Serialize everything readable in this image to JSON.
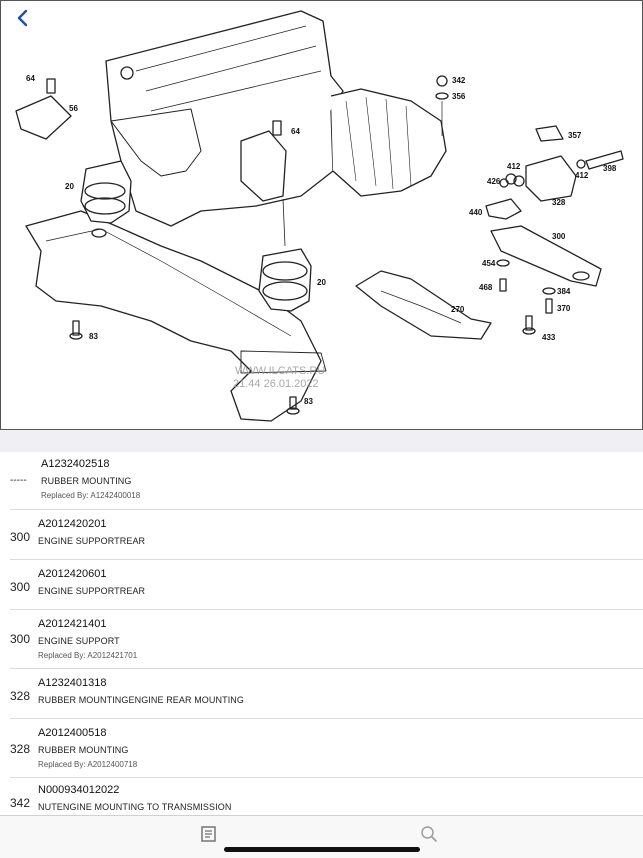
{
  "header": {
    "back_icon": "chevron-left-icon",
    "accent_color": "#1f4fa8"
  },
  "diagram": {
    "callouts": [
      "64",
      "56",
      "20",
      "83",
      "64",
      "20",
      "83",
      "342",
      "356",
      "357",
      "398",
      "412",
      "412",
      "426",
      "328",
      "440",
      "300",
      "454",
      "384",
      "468",
      "370",
      "270",
      "433"
    ],
    "watermark_line1": "WWW.ILCATS.RU",
    "watermark_line2": "21.44 26.01.2022"
  },
  "parts": [
    {
      "position": "-----",
      "number": "A1232402518",
      "name": "RUBBER MOUNTING",
      "replaced": "Replaced By: A1242400018"
    },
    {
      "position": "300",
      "number": "A2012420201",
      "name": "ENGINE SUPPORTREAR",
      "replaced": ""
    },
    {
      "position": "300",
      "number": "A2012420601",
      "name": "ENGINE SUPPORTREAR",
      "replaced": ""
    },
    {
      "position": "300",
      "number": "A2012421401",
      "name": "ENGINE SUPPORT",
      "replaced": "Replaced By: A2012421701"
    },
    {
      "position": "328",
      "number": "A1232401318",
      "name": "RUBBER MOUNTINGENGINE REAR MOUNTING",
      "replaced": ""
    },
    {
      "position": "328",
      "number": "A2012400518",
      "name": "RUBBER MOUNTING",
      "replaced": "Replaced By: A2012400718"
    },
    {
      "position": "342",
      "number": "N000934012022",
      "name": "NUTENGINE MOUNTING TO TRANSMISSION",
      "replaced": ""
    }
  ],
  "tabbar": {
    "catalog_icon": "catalog-icon",
    "search_icon": "search-icon"
  }
}
